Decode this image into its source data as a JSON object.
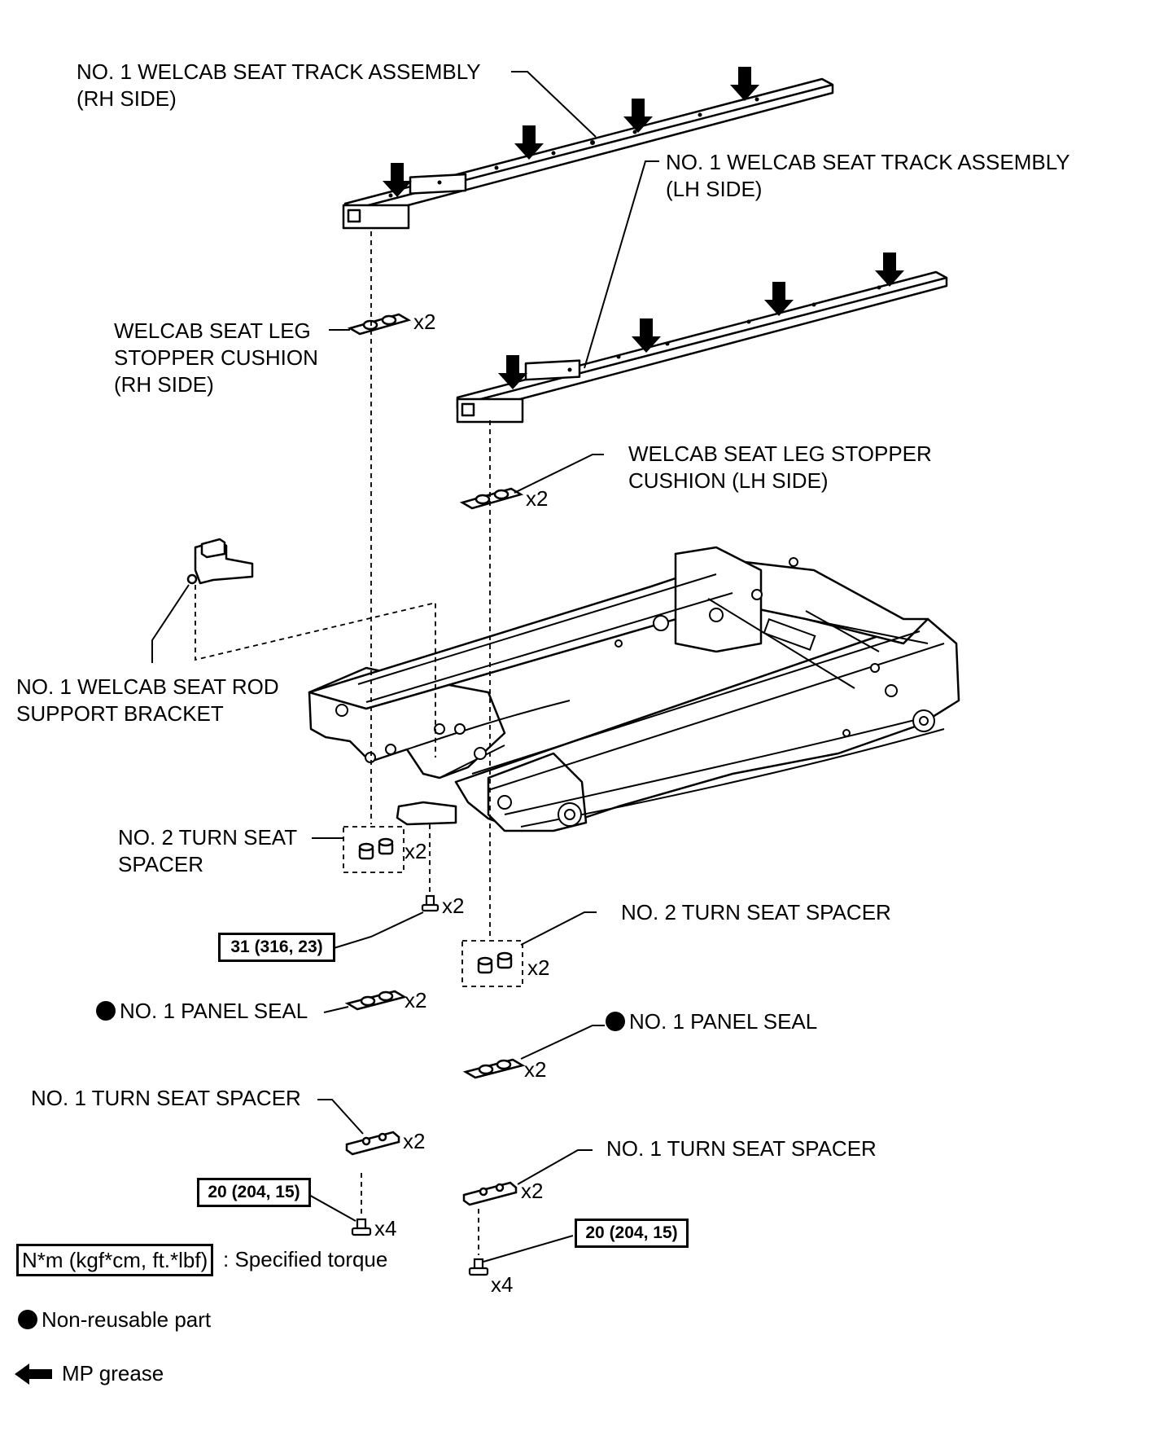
{
  "labels": {
    "track_rh_l1": "NO. 1 WELCAB SEAT TRACK ASSEMBLY",
    "track_rh_l2": "(RH SIDE)",
    "track_lh_l1": "NO. 1 WELCAB SEAT TRACK ASSEMBLY",
    "track_lh_l2": "(LH SIDE)",
    "cushion_rh_l1": "WELCAB SEAT LEG",
    "cushion_rh_l2": "STOPPER CUSHION",
    "cushion_rh_l3": "(RH SIDE)",
    "cushion_lh_l1": "WELCAB SEAT LEG STOPPER",
    "cushion_lh_l2": "CUSHION (LH SIDE)",
    "bracket_l1": "NO. 1 WELCAB SEAT ROD",
    "bracket_l2": "SUPPORT BRACKET",
    "turn2_left_l1": "NO. 2 TURN SEAT",
    "turn2_left_l2": "SPACER",
    "turn2_right": "NO. 2 TURN SEAT SPACER",
    "seal_left": "NO. 1 PANEL SEAL",
    "seal_right": "NO. 1 PANEL SEAL",
    "turn1_left": "NO. 1 TURN SEAT SPACER",
    "turn1_right": "NO. 1 TURN SEAT SPACER"
  },
  "quantities": {
    "cushion_rh": "x2",
    "cushion_lh": "x2",
    "turn2_left": "x2",
    "bolt_center": "x2",
    "turn2_right": "x2",
    "seal_left": "x2",
    "seal_right": "x2",
    "turn1_left": "x2",
    "turn1_right": "x2",
    "bolt_left": "x4",
    "bolt_right": "x4"
  },
  "torques": {
    "center": "31 (316, 23)",
    "left": "20 (204, 15)",
    "right": "20 (204, 15)"
  },
  "legend": {
    "torque_unit": "N*m (kgf*cm, ft.*lbf)",
    "torque_desc": ": Specified torque",
    "non_reusable": "Non-reusable part",
    "grease": "MP grease"
  },
  "icons": {
    "non_reusable": "filled-circle-icon",
    "grease": "left-arrow-icon"
  }
}
